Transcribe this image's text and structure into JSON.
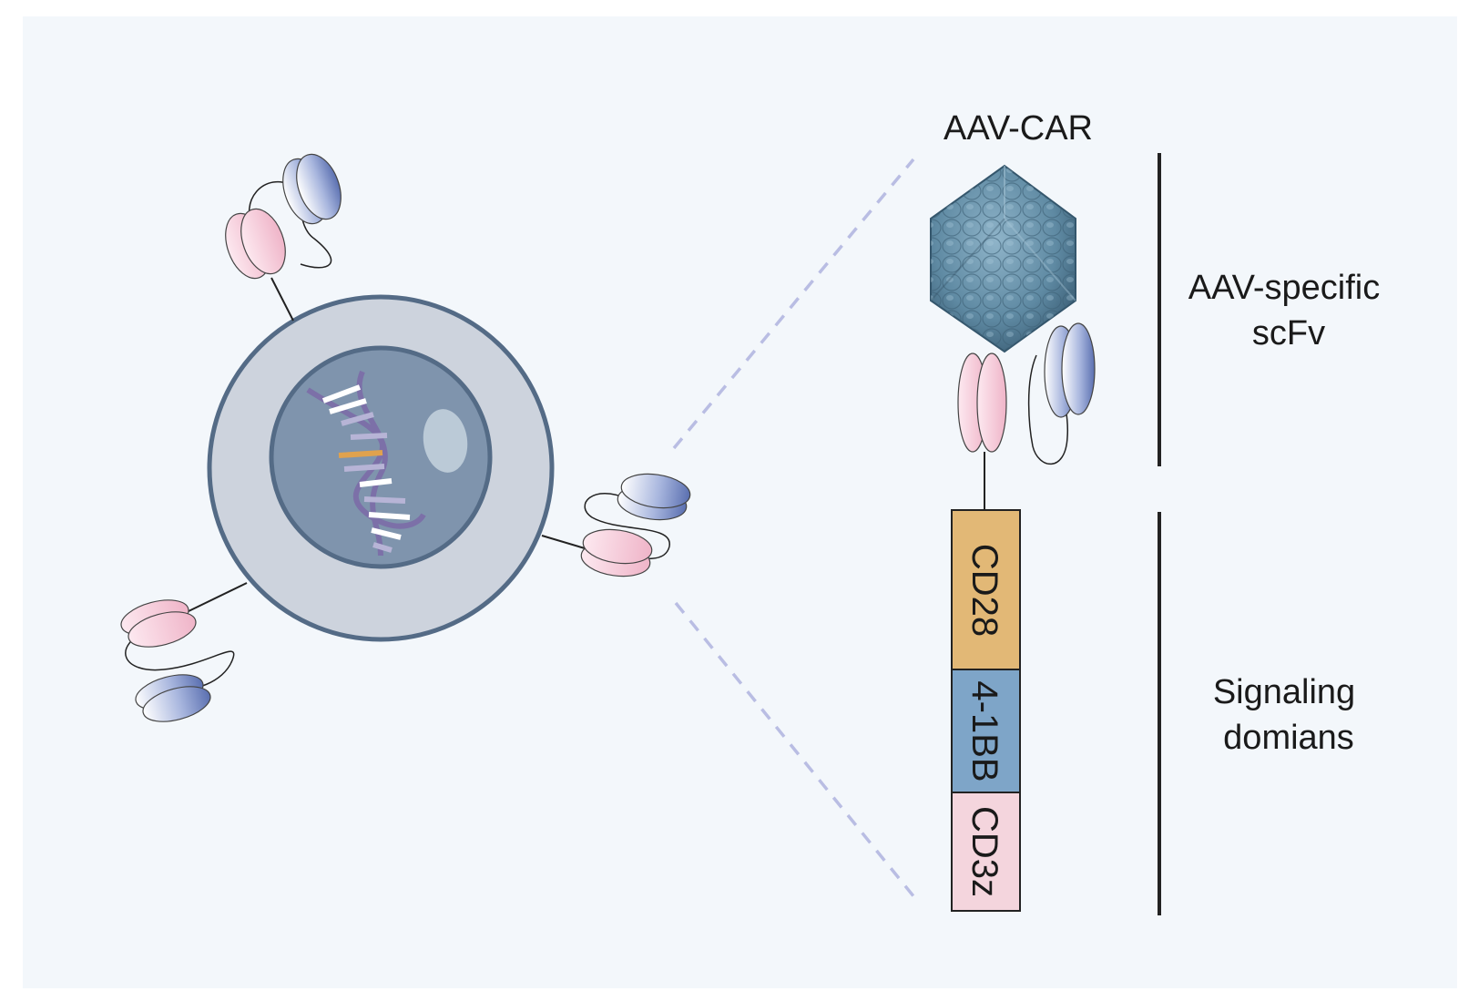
{
  "labels": {
    "title": "AAV-CAR",
    "scfv_line1": "AAV-specific",
    "scfv_line2": "scFv",
    "signaling_line1": "Signaling",
    "signaling_line2": "domians"
  },
  "domains": [
    {
      "label": "CD28",
      "color": "#e2b876"
    },
    {
      "label": "4-1BB",
      "color": "#7ea5c8"
    },
    {
      "label": "CD3z",
      "color": "#f4d5dd"
    }
  ],
  "colors": {
    "background": "#f3f7fb",
    "cell_membrane": "#cdd3dd",
    "cell_border": "#546b86",
    "nucleus": "#7f94ad",
    "heavy_chain": "#8fa0cd",
    "light_chain": "#f0c4d3",
    "capsid": "#5f8aa3",
    "dashed_line": "#b9bde3"
  },
  "icons": [
    "t-cell-icon",
    "dna-icon",
    "aav-capsid-icon",
    "scfv-icon"
  ]
}
